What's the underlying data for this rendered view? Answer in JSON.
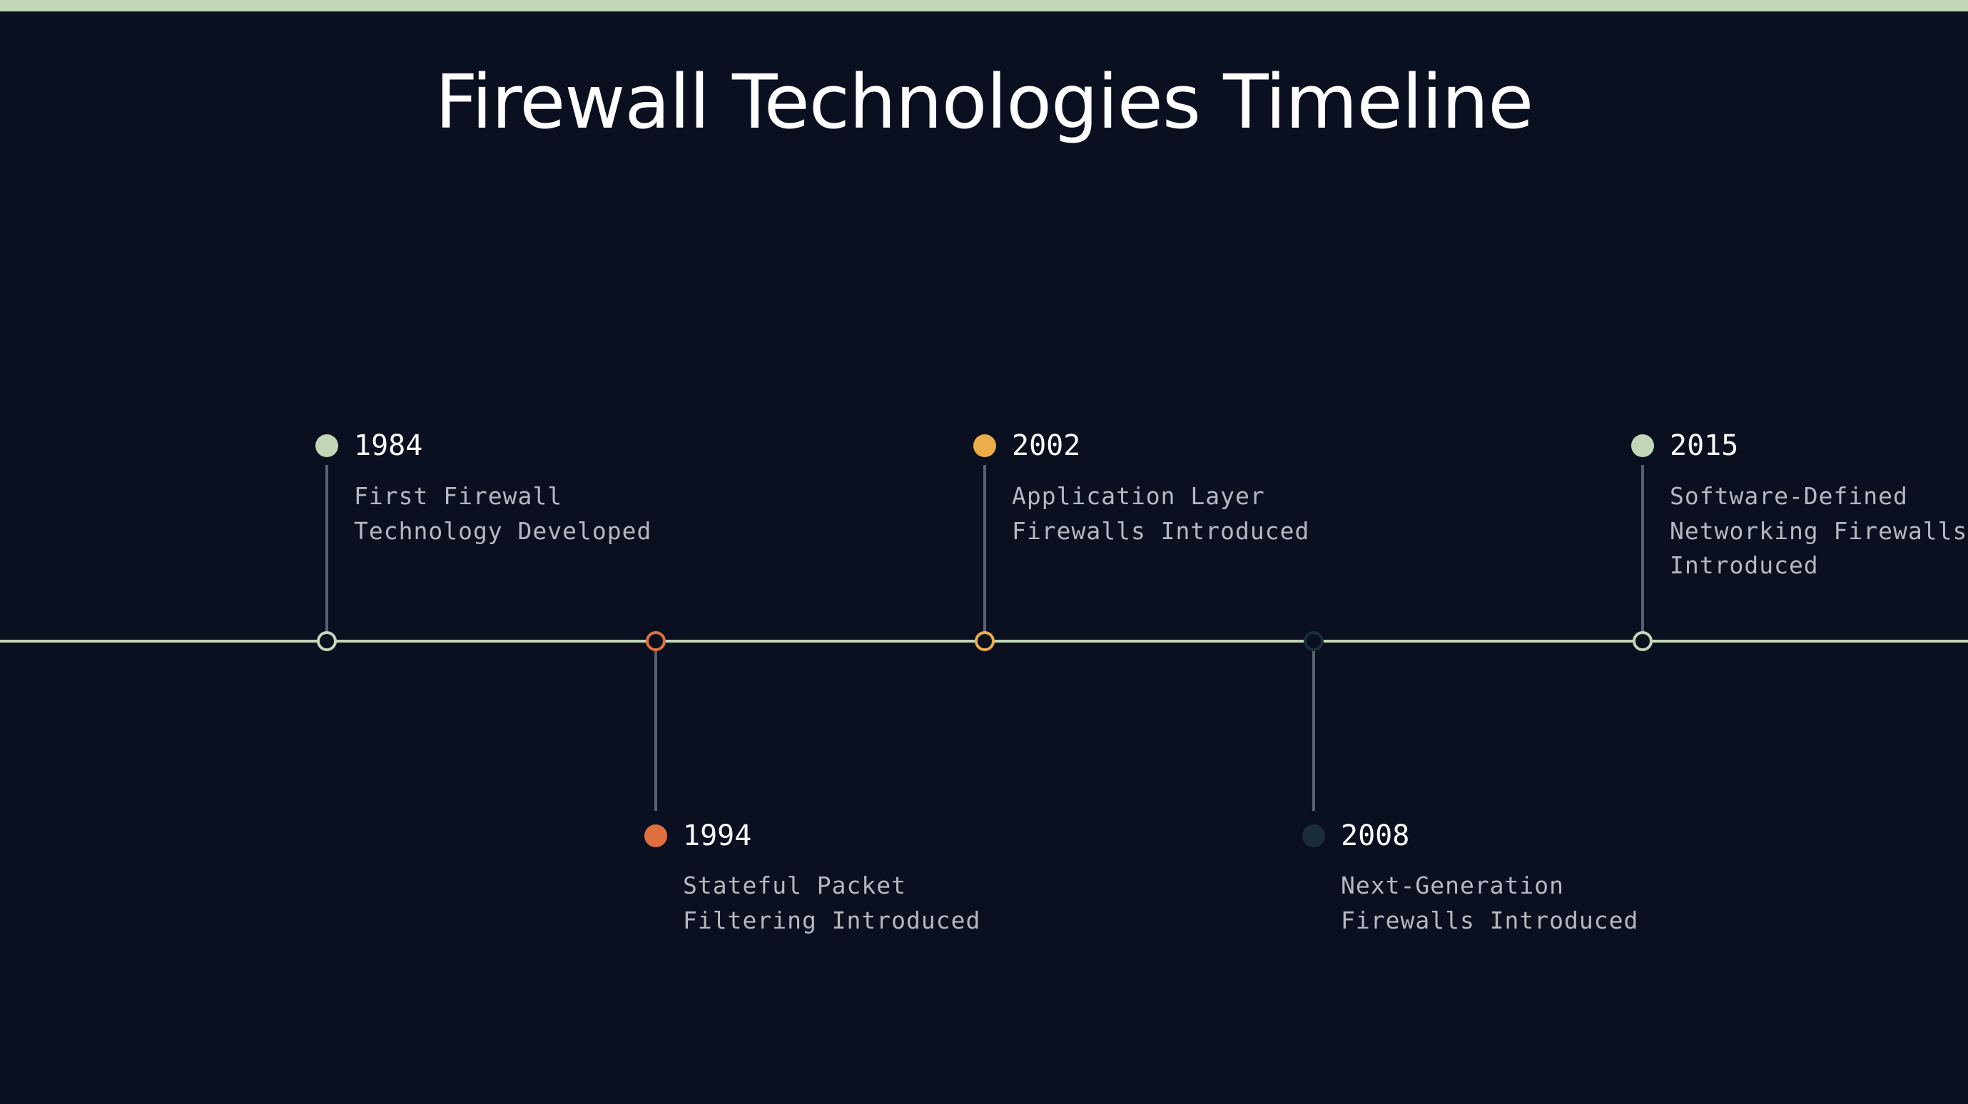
{
  "title": "Firewall Technologies Timeline",
  "colors": {
    "background": "#0a1020",
    "accent_bar": "#c2d6b8",
    "axis": "#c2d6b8",
    "stem": "#5a6070",
    "title_text": "#ffffff",
    "description_text": "#b4b8c0"
  },
  "events": [
    {
      "year": "1984",
      "description": "First Firewall Technology Developed",
      "color": "#c2d6b8",
      "position": "above"
    },
    {
      "year": "1994",
      "description": "Stateful Packet Filtering Introduced",
      "color": "#e0703f",
      "position": "below"
    },
    {
      "year": "2002",
      "description": "Application Layer Firewalls Introduced",
      "color": "#ecae48",
      "position": "above"
    },
    {
      "year": "2008",
      "description": "Next-Generation Firewalls Introduced",
      "color": "#1a2d3a",
      "position": "below"
    },
    {
      "year": "2015",
      "description": "Software-Defined Networking Firewalls Introduced",
      "color": "#c2d6b8",
      "position": "above"
    }
  ]
}
